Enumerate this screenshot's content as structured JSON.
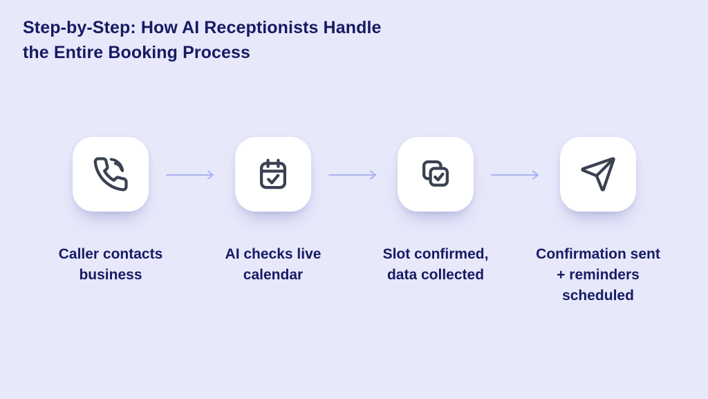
{
  "title": "Step-by-Step: How AI Receptionists Handle\nthe Entire Booking Process",
  "colors": {
    "background": "#e7e8fa",
    "heading_text": "#161b63",
    "label_text": "#161b63",
    "card_background": "#ffffff",
    "icon_stroke": "#3a4150",
    "arrow": "#a9b2f0"
  },
  "steps": [
    {
      "icon": "phone-call-icon",
      "label": "Caller contacts\nbusiness"
    },
    {
      "icon": "calendar-check-icon",
      "label": "AI checks live\ncalendar"
    },
    {
      "icon": "copy-check-icon",
      "label": "Slot confirmed,\ndata collected"
    },
    {
      "icon": "send-icon",
      "label": "Confirmation sent\n+ reminders\nscheduled"
    }
  ],
  "arrows": {
    "count": 3,
    "direction": "right"
  }
}
